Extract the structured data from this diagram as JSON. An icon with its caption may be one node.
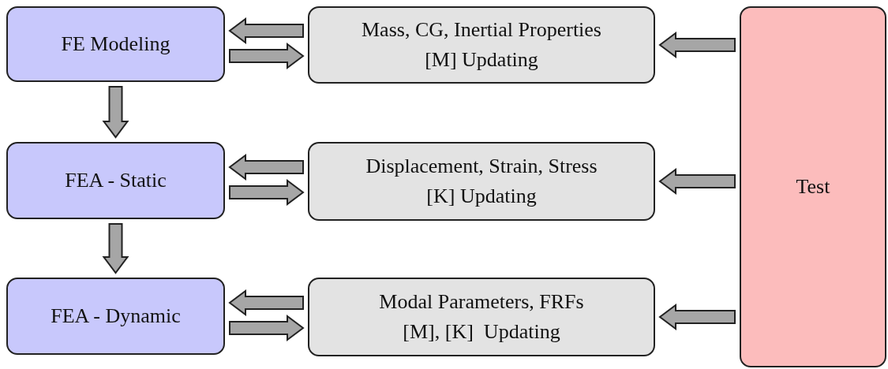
{
  "diagram": {
    "nodes": [
      {
        "text": [
          "FE Modeling"
        ]
      },
      {
        "text": [
          "Mass, CG, Inertial Properties",
          "[M] Updating"
        ]
      },
      {
        "text": [
          "FEA - Static"
        ]
      },
      {
        "text": [
          "Displacement, Strain, Stress",
          "[K] Updating"
        ]
      },
      {
        "text": [
          "FEA - Dynamic"
        ]
      },
      {
        "text": [
          "Modal Parameters, FRFs",
          "[M], [K]  Updating"
        ]
      },
      {
        "text": [
          "Test"
        ]
      }
    ],
    "edges": [
      {
        "from": 1,
        "to": 0,
        "arrow": "to"
      },
      {
        "from": 0,
        "to": 1,
        "arrow": "to"
      },
      {
        "from": 6,
        "to": 1,
        "arrow": "to"
      },
      {
        "from": 0,
        "to": 2,
        "arrow": "to"
      },
      {
        "from": 3,
        "to": 2,
        "arrow": "to"
      },
      {
        "from": 2,
        "to": 3,
        "arrow": "to"
      },
      {
        "from": 6,
        "to": 3,
        "arrow": "to"
      },
      {
        "from": 2,
        "to": 4,
        "arrow": "to"
      },
      {
        "from": 5,
        "to": 4,
        "arrow": "to"
      },
      {
        "from": 4,
        "to": 5,
        "arrow": "to"
      },
      {
        "from": 6,
        "to": 5,
        "arrow": "to"
      }
    ]
  }
}
